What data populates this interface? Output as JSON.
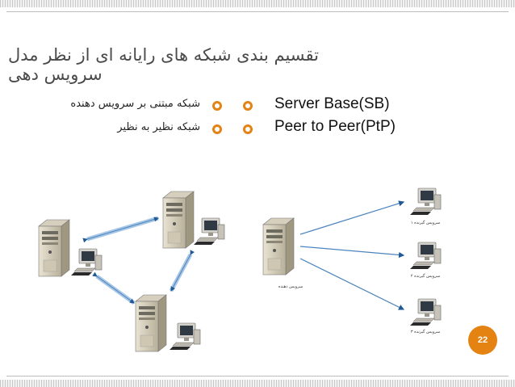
{
  "slide": {
    "title": "تقسیم بندی شبکه های رایانه ای از نظر مدل سرویس دهی",
    "page_number": "22",
    "accent_color": "#e48312"
  },
  "bullets_rtl": [
    "شبکه مبتنی بر سرویس دهنده",
    "شبکه نظیر به نظیر"
  ],
  "bullets_ltr": [
    "Server Base(SB)",
    "Peer to Peer(PtP)"
  ],
  "server_diagram": {
    "server_label": "سرویس دهنده",
    "client_labels": [
      "سرویس گیرنده ۱",
      "سرویس گیرنده ۲",
      "سرویس گیرنده ۳"
    ]
  },
  "icons": [
    "bullet-circle-icon",
    "server-tower-icon",
    "computer-workstation-icon",
    "double-arrow-icon"
  ]
}
